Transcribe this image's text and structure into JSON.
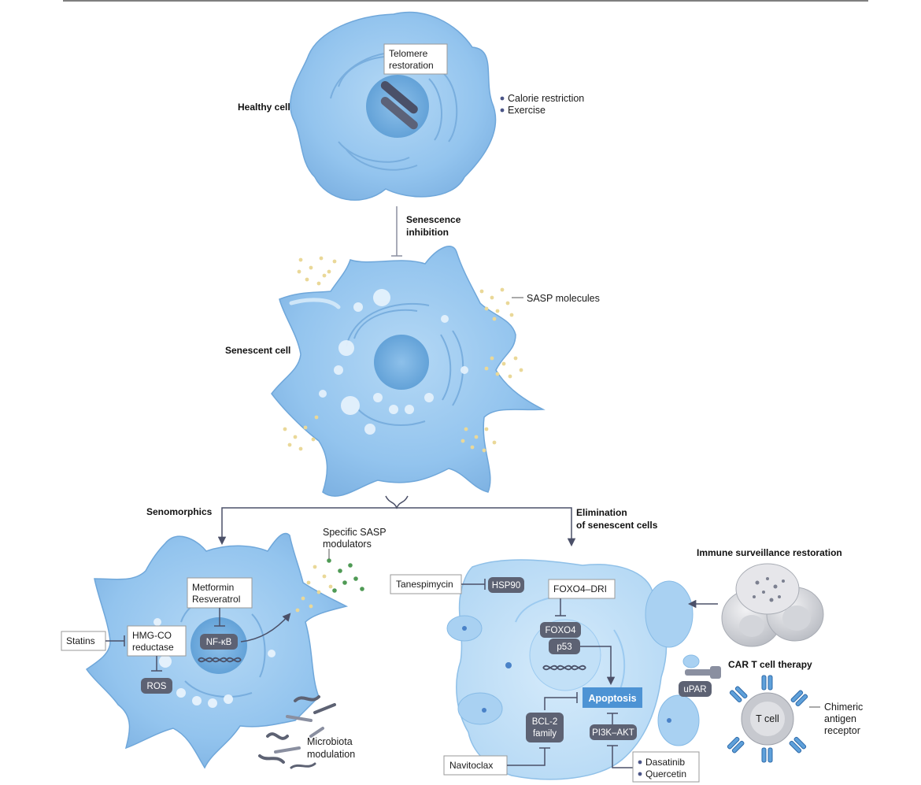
{
  "colors": {
    "cell_fill": "#8fc3ec",
    "cell_edge": "#5a9bd5",
    "nucleus": "#6aa8dc",
    "pill": "#5d6273",
    "apoptosis": "#4d93d4",
    "sasp_dot": "#ead898",
    "modulator_dot": "#4f9a55",
    "bullet": "#4b5587"
  },
  "healthy": {
    "label": "Healthy cell",
    "telomere_box": [
      "Telomere",
      "restoration"
    ],
    "bullets": [
      "Calorie restriction",
      "Exercise"
    ]
  },
  "senescence_inhibition": [
    "Senescence",
    "inhibition"
  ],
  "senescent": {
    "label": "Senescent cell",
    "sasp_label": "SASP molecules"
  },
  "branches": {
    "left": "Senomorphics",
    "right": [
      "Elimination",
      "of senescent cells"
    ]
  },
  "senomorphics": {
    "modulators_label": [
      "Specific SASP",
      "modulators"
    ],
    "metformin_box": [
      "Metformin",
      "Resveratrol"
    ],
    "hmg_box": [
      "HMG-CO",
      "reductase"
    ],
    "statins_box": "Statins",
    "nfkb_pill": "NF-κB",
    "ros_pill": "ROS",
    "microbiota_label": [
      "Microbiota",
      "modulation"
    ]
  },
  "elimination": {
    "tanespimycin_box": "Tanespimycin",
    "hsp90_pill": "HSP90",
    "foxo4_dri_box": "FOXO4–DRI",
    "foxo4_pill": "FOXO4",
    "p53_pill": "p53",
    "apoptosis_box": "Apoptosis",
    "bcl2_pill": [
      "BCL-2",
      "family"
    ],
    "pi3k_pill": "PI3K–AKT",
    "upar_pill": "uPAR",
    "navitoclax_box": "Navitoclax",
    "dasatinib_bullets": [
      "Dasatinib",
      "Quercetin"
    ]
  },
  "immune": {
    "label": "Immune surveillance restoration",
    "car_label": "CAR T cell therapy",
    "tcell_label": "T cell",
    "receptor_label": [
      "Chimeric",
      "antigen",
      "receptor"
    ]
  }
}
